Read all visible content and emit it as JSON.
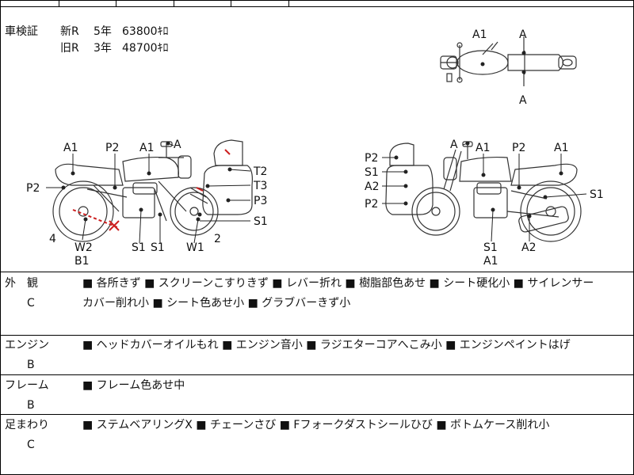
{
  "registration": {
    "label": "車検証",
    "rows": [
      {
        "type": "新R",
        "years": "5年",
        "price": "63800ｷﾛ"
      },
      {
        "type": "旧R",
        "years": "3年",
        "price": "48700ｷﾛ"
      }
    ]
  },
  "top_view_labels": {
    "a1": "A1",
    "a_top": "A",
    "a_bottom": "A"
  },
  "left_view_labels": {
    "a1_rear": "A1",
    "p2_top": "P2",
    "a1_tank": "A1",
    "a_mirror": "A",
    "t2": "T2",
    "t3": "T3",
    "p3": "P3",
    "s1_right": "S1",
    "p2_left": "P2",
    "num4": "4",
    "w2": "W2",
    "b1": "B1",
    "s1_a": "S1",
    "s1_b": "S1",
    "w1": "W1",
    "num2": "2"
  },
  "right_view_labels": {
    "a_mirror": "A",
    "a1_tank": "A1",
    "p2_top": "P2",
    "a1_rear": "A1",
    "p2_a": "P2",
    "s1_a": "S1",
    "a2_a": "A2",
    "p2_b": "P2",
    "s1_right": "S1",
    "s1_bottom": "S1",
    "a1_bottom": "A1",
    "a2_bottom": "A2"
  },
  "sections": [
    {
      "category": "外　観",
      "grade": "C",
      "lines": [
        "■ 各所きず ■ スクリーンこすりきず ■ レバー折れ ■ 樹脂部色あせ ■ シート硬化小 ■ サイレンサー",
        "カバー削れ小 ■ シート色あせ小 ■ グラブバーきず小"
      ]
    },
    {
      "category": "エンジン",
      "grade": "B",
      "lines": [
        "■ ヘッドカバーオイルもれ ■ エンジン音小 ■ ラジエターコアへこみ小 ■ エンジンペイントはげ"
      ]
    },
    {
      "category": "フレーム",
      "grade": "B",
      "lines": [
        "■ フレーム色あせ中"
      ]
    },
    {
      "category": "足まわり",
      "grade": "C",
      "lines": [
        "■ ステムベアリングX ■ チェーンさび ■ Fフォークダストシールひび ■ ボトムケース削れ小"
      ]
    }
  ],
  "colors": {
    "line": "#222222",
    "damage": "#cc1f1f"
  }
}
